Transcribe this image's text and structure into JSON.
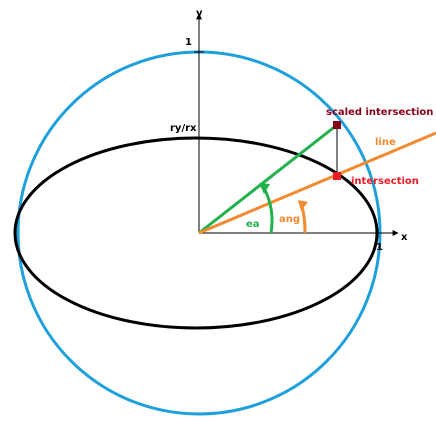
{
  "labels": {
    "y_axis": "y",
    "x_axis": "x",
    "y_tick": "1",
    "x_tick": "1",
    "ratio": "ry/rx",
    "scaled_intersection": "scaled intersection",
    "line": "line",
    "intersection": "intersection",
    "ea": "ea",
    "ang": "ang"
  },
  "colors": {
    "circle": "#1ea0dc",
    "ellipse": "#000000",
    "axes": "#000000",
    "ea_line": "#22b14c",
    "line": "#f28a2f",
    "scaled_point": "#880015",
    "intersection_point": "#ed1c24",
    "scaled_label": "#88001b",
    "intersection_label": "#ed1c24",
    "line_label": "#f28a2f",
    "ea_label": "#22b14c",
    "ang_label": "#f28a2f"
  }
}
